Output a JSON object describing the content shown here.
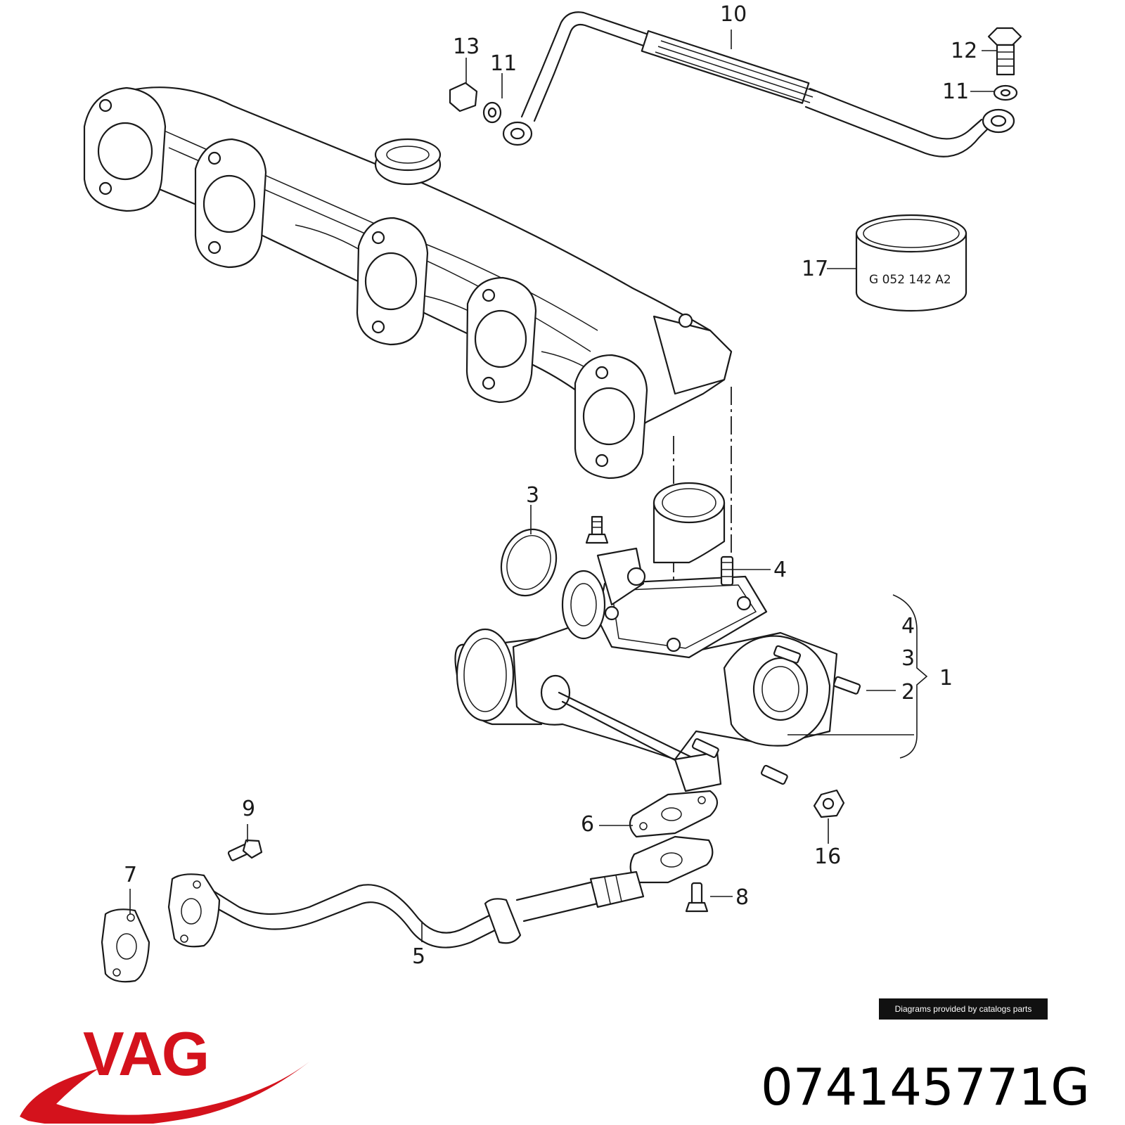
{
  "diagram": {
    "callouts": {
      "c13": "13",
      "c11a": "11",
      "c10": "10",
      "c12": "12",
      "c11b": "11",
      "c17": "17",
      "c3": "3",
      "c4a": "4",
      "c4b": "4",
      "c3b": "3",
      "c2": "2",
      "c1": "1",
      "c9": "9",
      "c6": "6",
      "c16": "16",
      "c7": "7",
      "c8": "8",
      "c5": "5"
    },
    "sleeve_marking": "G 052 142 A2"
  },
  "footer": {
    "credit": "Diagrams provided by catalogs parts",
    "brand_logo_text": "VAG",
    "part_number": "074145771G"
  },
  "colors": {
    "brand_red": "#d4121c",
    "line": "#1a1a1a",
    "credit_bg": "#111111"
  }
}
